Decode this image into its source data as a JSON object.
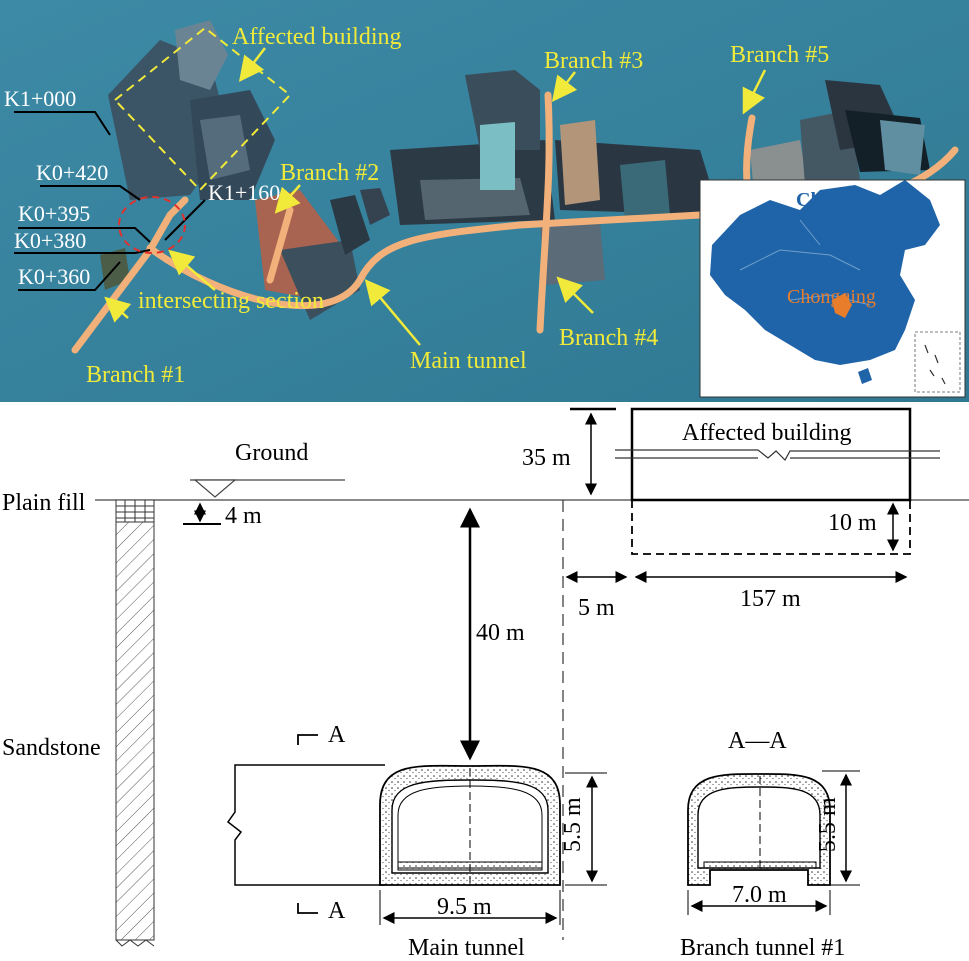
{
  "photo": {
    "affected_building": "Affected building",
    "branches": [
      "Branch #1",
      "Branch #2",
      "Branch #3",
      "Branch #4",
      "Branch #5"
    ],
    "main_tunnel": "Main tunnel",
    "intersecting_section": "intersecting section",
    "stations": [
      "K1+000",
      "K0+420",
      "K1+160",
      "K0+395",
      "K0+380",
      "K0+360"
    ],
    "label_color": "#f1ea3a",
    "water_color": "#3f8aa4",
    "tunnel_color": "#f2b07a"
  },
  "map": {
    "country": "China",
    "city": "Chongqing",
    "country_color": "#1f63a8",
    "city_color": "#e87d2c"
  },
  "section": {
    "ground": "Ground",
    "plain_fill": "Plain fill",
    "plain_fill_depth": "4 m",
    "sandstone": "Sandstone",
    "building_label": "Affected building",
    "building_height": "35 m",
    "foundation_depth": "10 m",
    "building_width": "157 m",
    "offset": "5 m",
    "cover_depth": "40 m",
    "section_mark": "A",
    "section_title": "A—A",
    "main_height": "5.5 m",
    "main_width": "9.5 m",
    "main_caption": "Main tunnel",
    "branch_height": "5.5 m",
    "branch_width": "7.0 m",
    "branch_caption": "Branch tunnel #1"
  }
}
